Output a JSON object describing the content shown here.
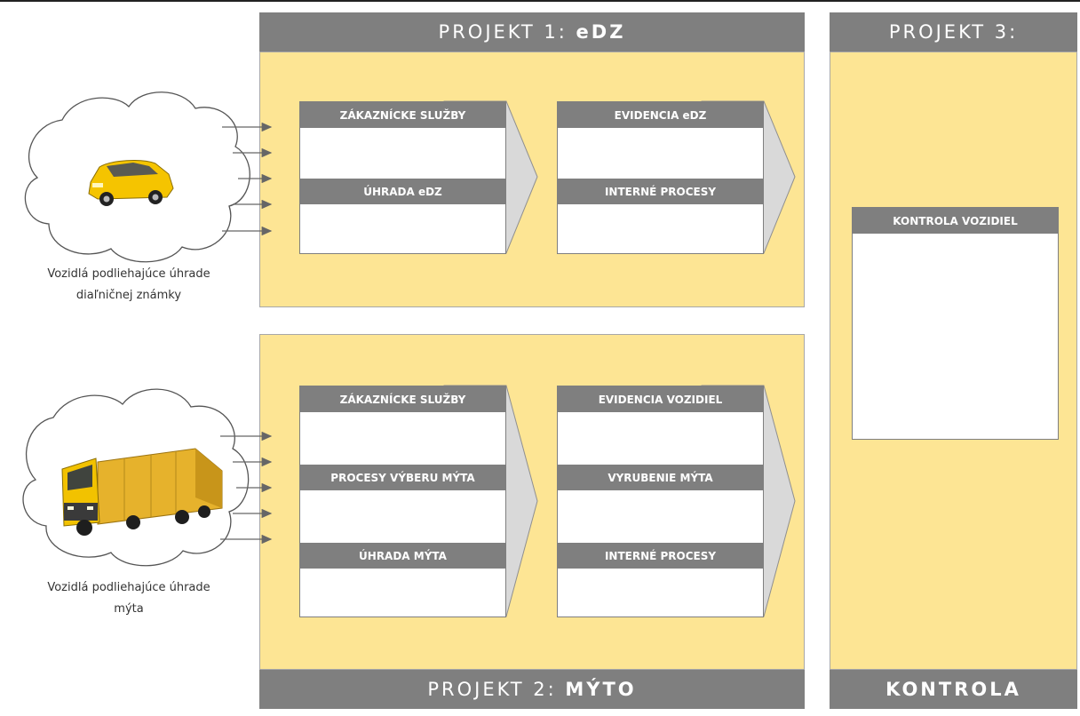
{
  "projects": {
    "p1": {
      "prefix": "PROJEKT 1: ",
      "bold": "eDZ"
    },
    "p2": {
      "prefix": "PROJEKT 2: ",
      "bold": "MÝTO"
    },
    "p3": {
      "prefix": "PROJEKT 3:",
      "bold": "",
      "footer": "KONTROLA"
    }
  },
  "edz": {
    "col1": [
      "ZÁKAZNÍCKE SLUŽBY",
      "ÚHRADA eDZ"
    ],
    "col2": [
      "EVIDENCIA eDZ",
      "INTERNÉ PROCESY"
    ]
  },
  "myto": {
    "col1": [
      "ZÁKAZNÍCKE SLUŽBY",
      "PROCESY VÝBERU MÝTA",
      "ÚHRADA MÝTA"
    ],
    "col2": [
      "EVIDENCIA VOZIDIEL",
      "VYRUBENIE MÝTA",
      "INTERNÉ PROCESY"
    ]
  },
  "kontrola": {
    "section": "KONTROLA VOZIDIEL"
  },
  "vehicles": {
    "car": {
      "line1": "Vozidlá podliehajúce úhrade",
      "line2": "diaľničnej známky",
      "icon": "car-icon"
    },
    "truck": {
      "line1": "Vozidlá podliehajúce úhrade",
      "line2": "mýta",
      "icon": "truck-icon"
    }
  },
  "colors": {
    "panel": "#fde594",
    "header": "#7f7f7f",
    "chevron": "#d9d9d9"
  }
}
